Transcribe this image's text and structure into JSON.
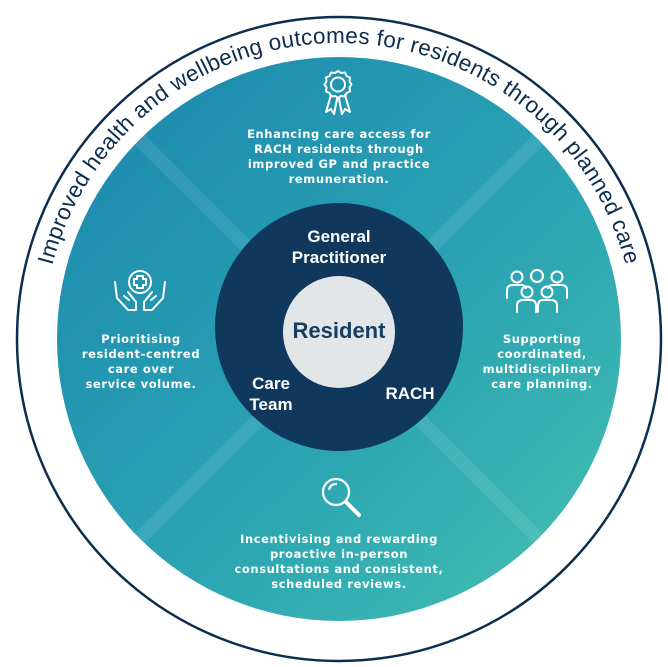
{
  "outer_ring": {
    "text": "Improved health and wellbeing outcomes for residents through planned care"
  },
  "outcomes": {
    "top": "Enhancing care access for\nRACH residents through\nimproved GP and practice\nremuneration.",
    "left": "Prioritising\nresident-centred\ncare over\nservice volume.",
    "right": "Supporting\ncoordinated,\nmultidisciplinary\ncare planning.",
    "bottom": "Incentivising and rewarding\nproactive in-person\nconsultations and consistent,\nscheduled reviews."
  },
  "inner_ring": {
    "top": "General\nPractitioner",
    "left": "Care\nTeam",
    "right": "RACH"
  },
  "center": {
    "label": "Resident"
  },
  "icons": {
    "top": "award-ribbon-icon",
    "left": "hands-holding-cross-icon",
    "right": "group-of-people-icon",
    "bottom": "magnifying-glass-icon"
  },
  "colors": {
    "outer_ring_fill": "#ffffff",
    "outer_ring_stroke": "#0d2d4f",
    "wheel_gradient_start": "#1a86ae",
    "wheel_gradient_end": "#3fbcb0",
    "inner_ring": "#0f385c",
    "center_circle": "#e3e6e8",
    "center_text": "#163d62"
  }
}
